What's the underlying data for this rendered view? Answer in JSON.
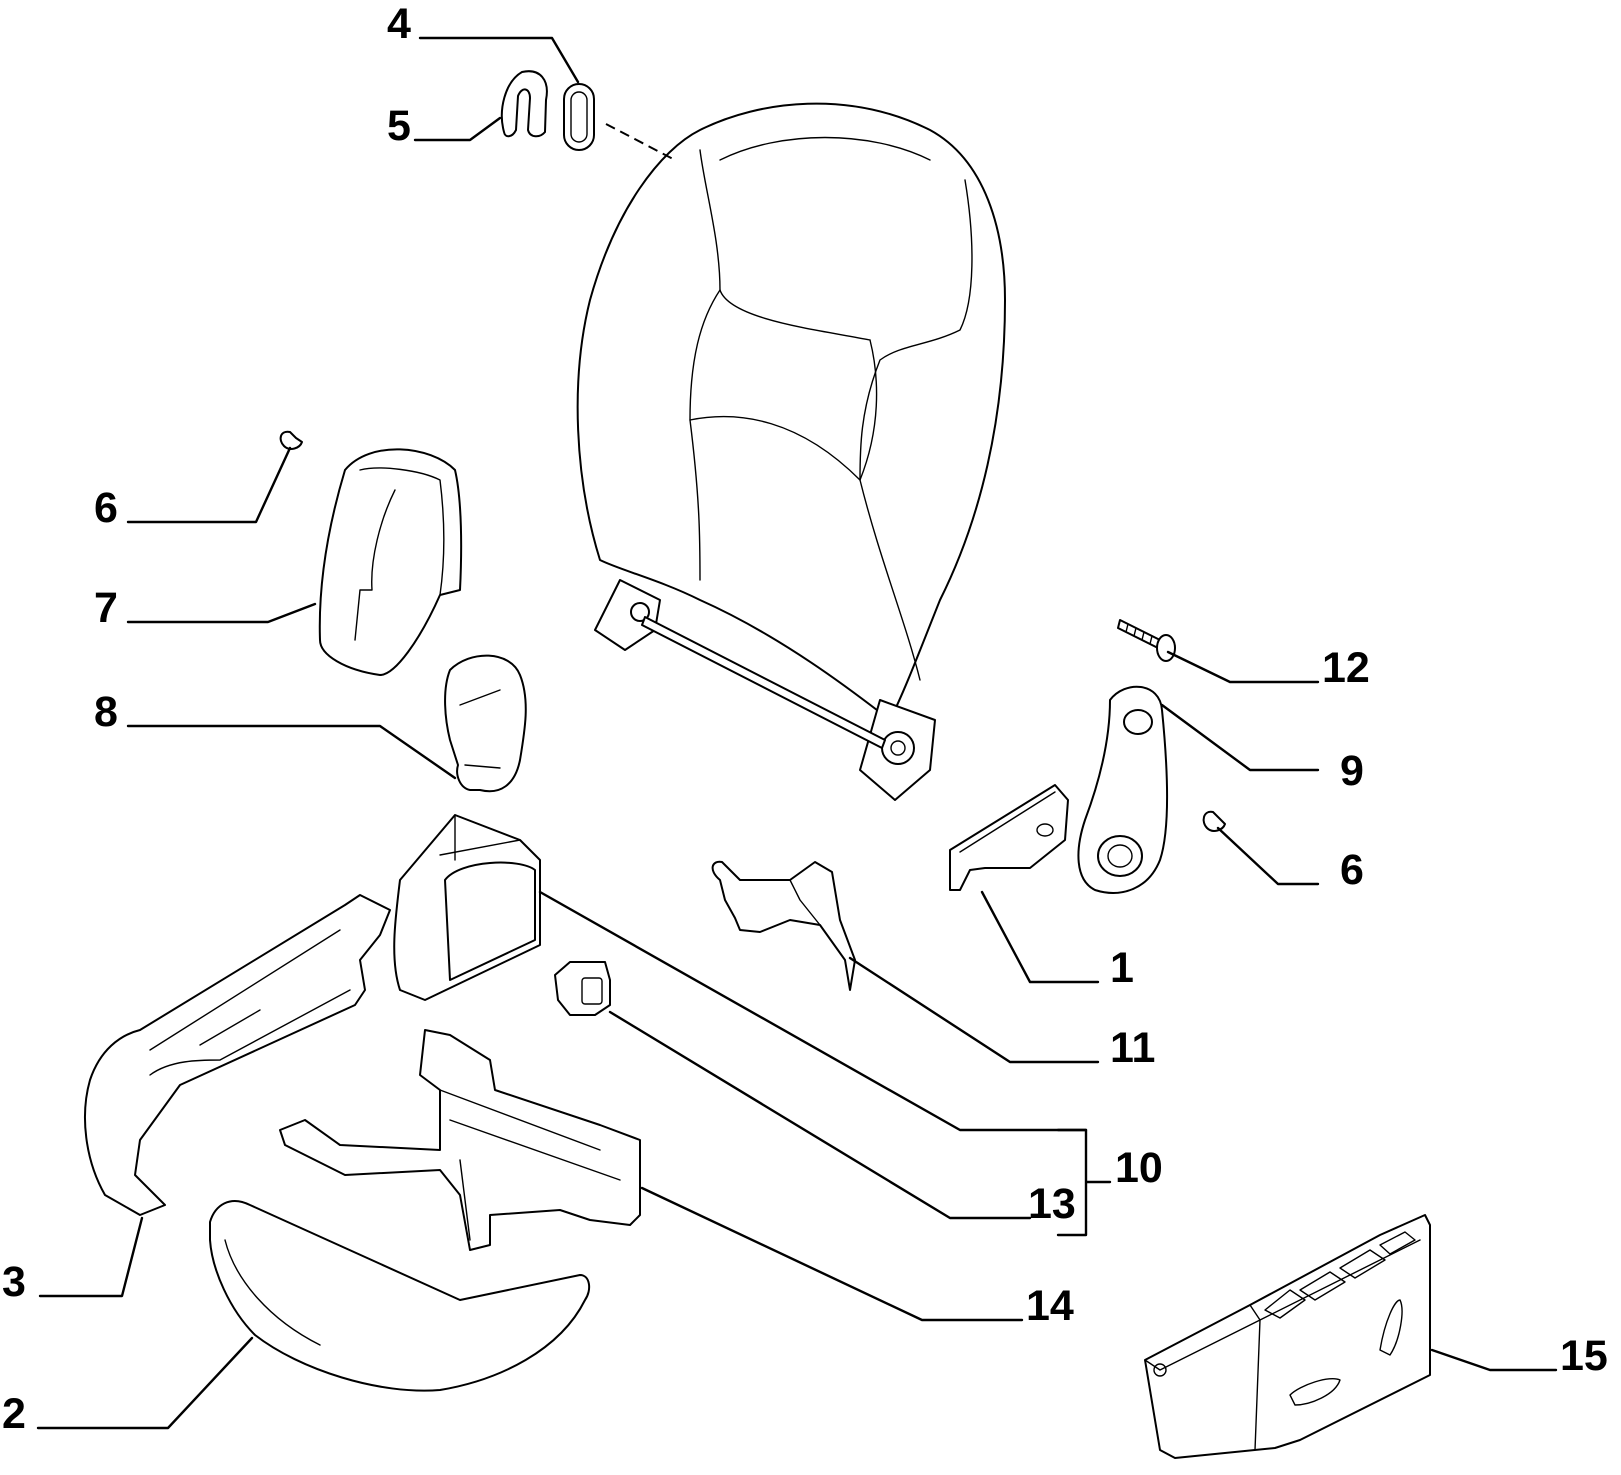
{
  "callouts": {
    "c1": "1",
    "c2": "2",
    "c3": "3",
    "c4": "4",
    "c5": "5",
    "c6a": "6",
    "c6b": "6",
    "c7": "7",
    "c8": "8",
    "c9": "9",
    "c10": "10",
    "c11": "11",
    "c12": "12",
    "c13": "13",
    "c14": "14",
    "c15": "15"
  },
  "colors": {
    "line": "#000000",
    "background": "#ffffff"
  }
}
